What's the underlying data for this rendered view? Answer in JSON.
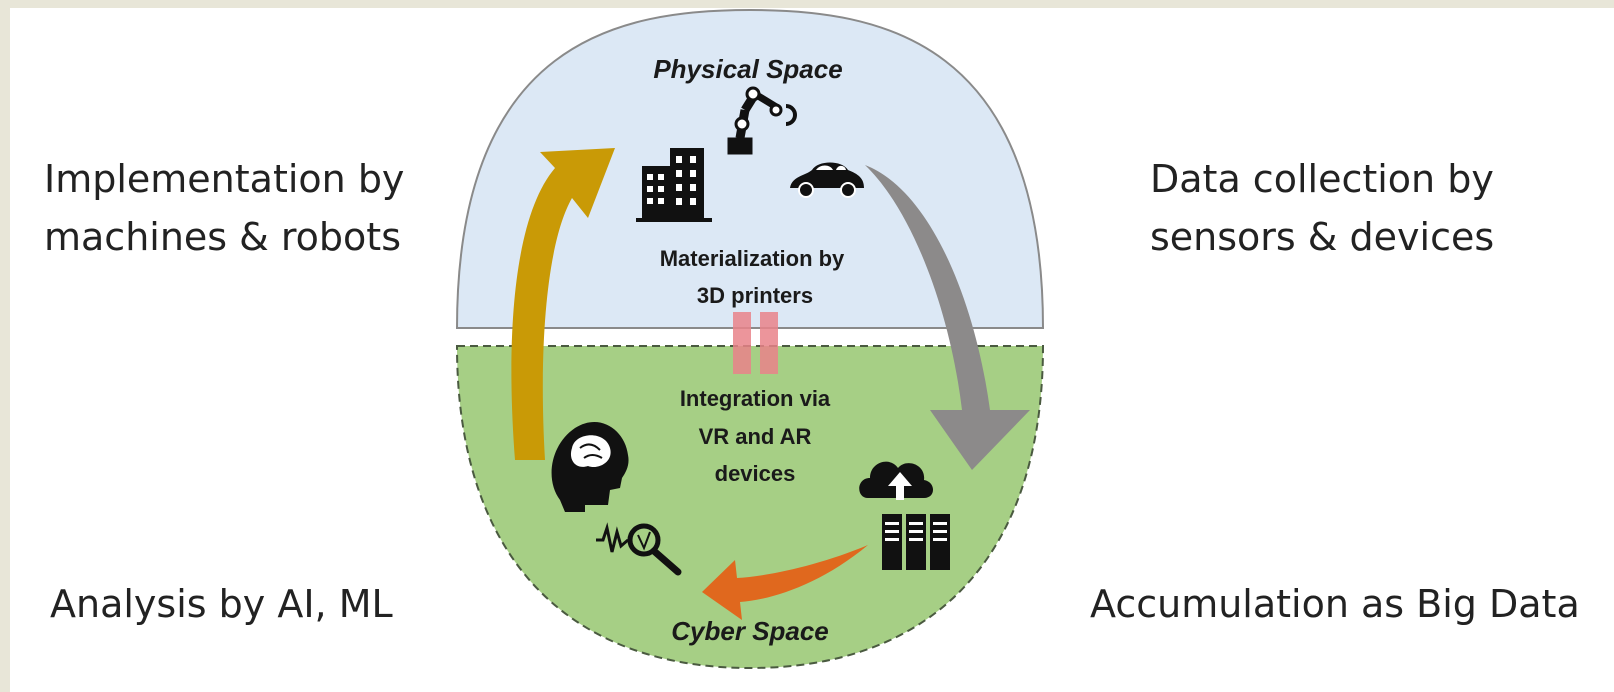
{
  "left_labels": {
    "implementation": [
      "Implementation by",
      "machines & robots"
    ],
    "analysis": "Analysis by AI, ML"
  },
  "right_labels": {
    "data_collection": [
      "Data collection by",
      "sensors & devices"
    ],
    "accumulation": "Accumulation as Big Data"
  },
  "diagram": {
    "physical_space": "Physical Space",
    "cyber_space": "Cyber Space",
    "materialization": [
      "Materialization  by",
      "3D printers"
    ],
    "integration": [
      "Integration via",
      "VR and AR",
      "devices"
    ]
  },
  "colors": {
    "physical_fill": "#dce8f5",
    "cyber_fill": "#a6cf85",
    "arrow_gold": "#c99a06",
    "arrow_gray": "#8c8a8a",
    "arrow_orange": "#e0681e",
    "integration_bars": "#e9838a"
  },
  "icons": [
    "robot-arm-icon",
    "building-icon",
    "car-icon",
    "head-brain-icon",
    "magnifier-waveform-icon",
    "cloud-upload-icon",
    "server-rack-icon"
  ]
}
